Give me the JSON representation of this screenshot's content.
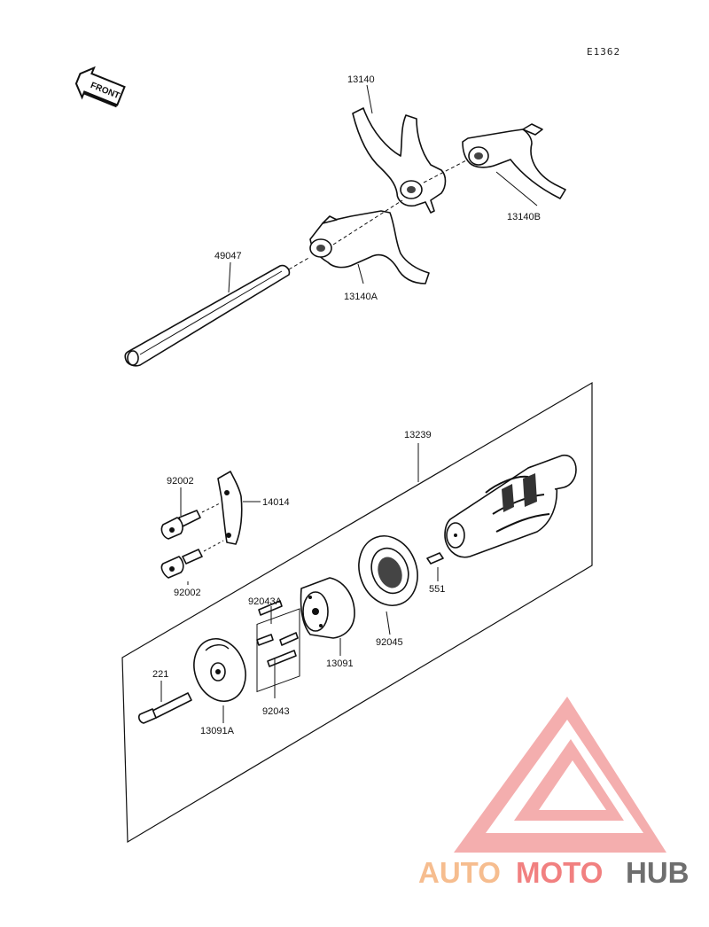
{
  "diagram_code": "E1362",
  "front_label": "FRONT",
  "parts": {
    "fork_center": "13140",
    "fork_b": "13140B",
    "fork_a": "13140A",
    "shaft": "49047",
    "drum_assy": "13239",
    "bolt_upper": "92002",
    "bolt_lower": "92002",
    "plate": "14014",
    "pin": "551",
    "bearing": "92045",
    "pins_a": "92043A",
    "pins": "92043",
    "holder": "13091",
    "cam": "13091A",
    "screw": "221"
  },
  "watermark": {
    "auto": "AUTO",
    "moto": "MOTO",
    "hub": "HUB"
  },
  "colors": {
    "logo_red": "#ef6b6b",
    "logo_orange": "#f5b27c",
    "logo_gray": "#555555"
  }
}
